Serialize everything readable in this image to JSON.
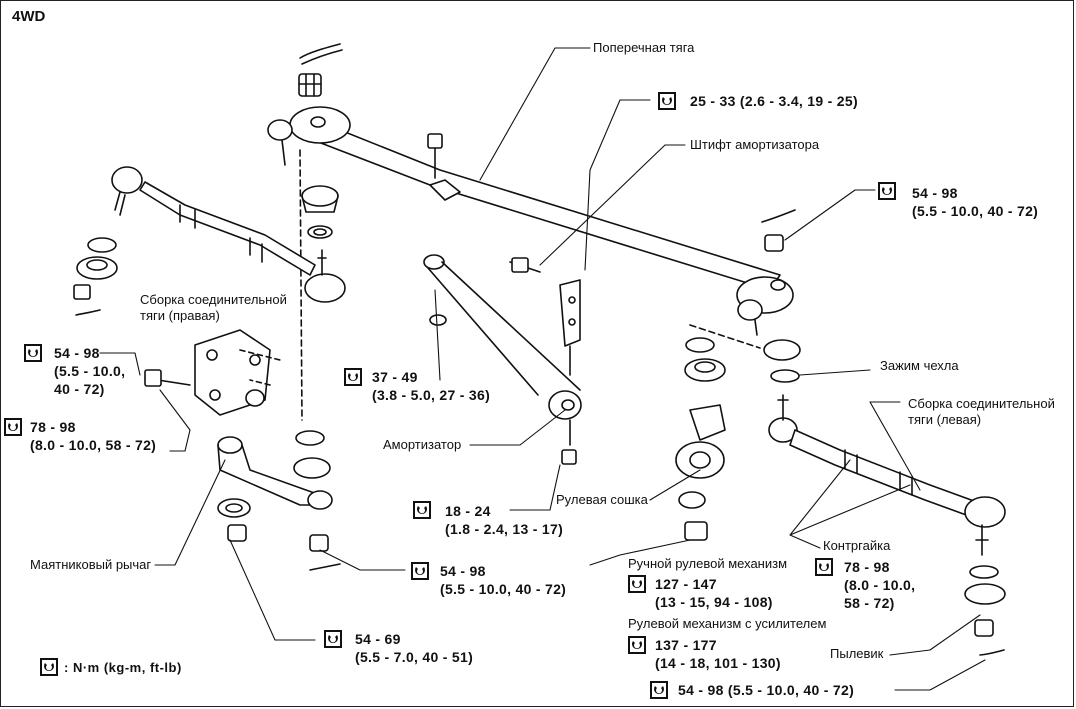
{
  "title": "4WD",
  "labels": {
    "cross_rod": "Поперечная тяга",
    "shock_pin": "Штифт амортизатора",
    "tie_rod_right_1": "Сборка соединительной",
    "tie_rod_right_2": "тяги (правая)",
    "tie_rod_left_1": "Сборка соединительной",
    "tie_rod_left_2": "тяги (левая)",
    "boot_clamp": "Зажим чехла",
    "shock_absorber": "Амортизатор",
    "pitman_arm": "Рулевая сошка",
    "manual_gear": "Ручной рулевой механизм",
    "power_gear": "Рулевой механизм с усилителем",
    "lock_nut": "Контргайка",
    "dust_boot": "Пылевик",
    "idler_arm": "Маятниковый рычаг"
  },
  "torques": {
    "t1": {
      "value": "25 - 33",
      "detail": "(2.6 - 3.4, 19 - 25)"
    },
    "t2": {
      "value": "54 - 98",
      "detail": "(5.5 - 10.0, 40 - 72)"
    },
    "t3_value": "54 - 98",
    "t3_line2": "(5.5 - 10.0,",
    "t3_line3": "40 - 72)",
    "t4": {
      "value": "37 - 49",
      "detail": "(3.8 - 5.0, 27 - 36)"
    },
    "t5": {
      "value": "78 - 98",
      "detail": "(8.0 - 10.0, 58 - 72)"
    },
    "t6": {
      "value": "18 - 24",
      "detail": "(1.8 - 2.4, 13 - 17)"
    },
    "t7": {
      "value": "54 - 98",
      "detail": "(5.5 - 10.0, 40 - 72)"
    },
    "t8": {
      "value": "54 - 69",
      "detail": "(5.5 - 7.0, 40 - 51)"
    },
    "t9": {
      "value": "127 - 147",
      "detail": "(13 - 15, 94 - 108)"
    },
    "t10": {
      "value": "137 - 177",
      "detail": "(14 - 18, 101 - 130)"
    },
    "t11_value": "78 - 98",
    "t11_line2": "(8.0 - 10.0,",
    "t11_line3": "58 - 72)",
    "t12": {
      "value": "54 - 98",
      "detail": "(5.5 - 10.0, 40 - 72)"
    }
  },
  "legend_text": ": N·m (kg-m, ft-lb)",
  "icons": [
    "torque-wrench-icon"
  ]
}
